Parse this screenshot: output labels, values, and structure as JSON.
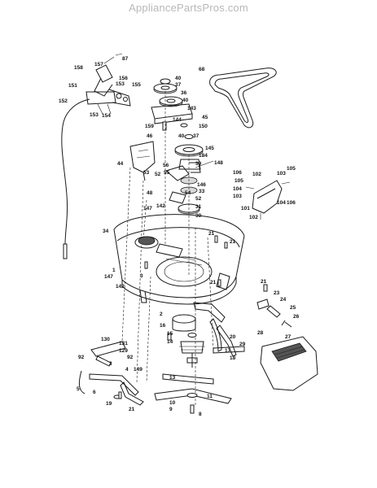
{
  "watermark": "AppliancePartsPros.com",
  "labels": [
    {
      "id": "p157",
      "text": "157"
    },
    {
      "id": "p87",
      "text": "87"
    },
    {
      "id": "p158",
      "text": "158"
    },
    {
      "id": "p151",
      "text": "151"
    },
    {
      "id": "p156",
      "text": "156"
    },
    {
      "id": "p153",
      "text": "153"
    },
    {
      "id": "p155",
      "text": "155"
    },
    {
      "id": "p152",
      "text": "152"
    },
    {
      "id": "p153b",
      "text": "153"
    },
    {
      "id": "p154",
      "text": "154"
    },
    {
      "id": "p68",
      "text": "68"
    },
    {
      "id": "p40",
      "text": "40"
    },
    {
      "id": "p37",
      "text": "37"
    },
    {
      "id": "p36",
      "text": "36"
    },
    {
      "id": "p40b",
      "text": "40"
    },
    {
      "id": "p143",
      "text": "143"
    },
    {
      "id": "p144",
      "text": "144"
    },
    {
      "id": "p45",
      "text": "45"
    },
    {
      "id": "p159",
      "text": "159"
    },
    {
      "id": "p150",
      "text": "150"
    },
    {
      "id": "p46",
      "text": "46"
    },
    {
      "id": "p40c",
      "text": "40"
    },
    {
      "id": "p37b",
      "text": "37"
    },
    {
      "id": "p145",
      "text": "145"
    },
    {
      "id": "p184",
      "text": "184"
    },
    {
      "id": "p44",
      "text": "44"
    },
    {
      "id": "p56",
      "text": "56"
    },
    {
      "id": "p39",
      "text": "39"
    },
    {
      "id": "p148",
      "text": "148"
    },
    {
      "id": "p55",
      "text": "55"
    },
    {
      "id": "p53",
      "text": "53"
    },
    {
      "id": "p52",
      "text": "52"
    },
    {
      "id": "p146",
      "text": "146"
    },
    {
      "id": "p48",
      "text": "48"
    },
    {
      "id": "p54",
      "text": "54"
    },
    {
      "id": "p33",
      "text": "33"
    },
    {
      "id": "p52b",
      "text": "52"
    },
    {
      "id": "p31",
      "text": "31"
    },
    {
      "id": "p142",
      "text": "142"
    },
    {
      "id": "p147",
      "text": "147"
    },
    {
      "id": "p30",
      "text": "30"
    },
    {
      "id": "p106",
      "text": "106"
    },
    {
      "id": "p105",
      "text": "105"
    },
    {
      "id": "p102",
      "text": "102"
    },
    {
      "id": "p103",
      "text": "103"
    },
    {
      "id": "p105b",
      "text": "105"
    },
    {
      "id": "p104",
      "text": "104"
    },
    {
      "id": "p103b",
      "text": "103"
    },
    {
      "id": "p101",
      "text": "101"
    },
    {
      "id": "p104b",
      "text": "104"
    },
    {
      "id": "p106b",
      "text": "106"
    },
    {
      "id": "p102b",
      "text": "102"
    },
    {
      "id": "p34",
      "text": "34"
    },
    {
      "id": "p21",
      "text": "21"
    },
    {
      "id": "p21b",
      "text": "21"
    },
    {
      "id": "p1",
      "text": "1"
    },
    {
      "id": "p147b",
      "text": "147"
    },
    {
      "id": "p3",
      "text": "3"
    },
    {
      "id": "p21c",
      "text": "21"
    },
    {
      "id": "p142b",
      "text": "142"
    },
    {
      "id": "p21d",
      "text": "21"
    },
    {
      "id": "p23",
      "text": "23"
    },
    {
      "id": "p24",
      "text": "24"
    },
    {
      "id": "p25",
      "text": "25"
    },
    {
      "id": "p2",
      "text": "2"
    },
    {
      "id": "p16",
      "text": "16"
    },
    {
      "id": "p26",
      "text": "26"
    },
    {
      "id": "p15",
      "text": "15"
    },
    {
      "id": "p28",
      "text": "28"
    },
    {
      "id": "p27",
      "text": "27"
    },
    {
      "id": "p130",
      "text": "130"
    },
    {
      "id": "p131",
      "text": "131"
    },
    {
      "id": "p14",
      "text": "14"
    },
    {
      "id": "p20",
      "text": "20"
    },
    {
      "id": "p29",
      "text": "29"
    },
    {
      "id": "p129",
      "text": "129"
    },
    {
      "id": "p92",
      "text": "92"
    },
    {
      "id": "p92b",
      "text": "92"
    },
    {
      "id": "p3b",
      "text": "3"
    },
    {
      "id": "p17",
      "text": "17"
    },
    {
      "id": "p18",
      "text": "18"
    },
    {
      "id": "p4",
      "text": "4"
    },
    {
      "id": "p149",
      "text": "149"
    },
    {
      "id": "p5",
      "text": "5"
    },
    {
      "id": "p6",
      "text": "6"
    },
    {
      "id": "p13",
      "text": "13"
    },
    {
      "id": "p11",
      "text": "11"
    },
    {
      "id": "p19",
      "text": "19"
    },
    {
      "id": "p21e",
      "text": "21"
    },
    {
      "id": "p10",
      "text": "10"
    },
    {
      "id": "p9",
      "text": "9"
    },
    {
      "id": "p8",
      "text": "8"
    }
  ]
}
